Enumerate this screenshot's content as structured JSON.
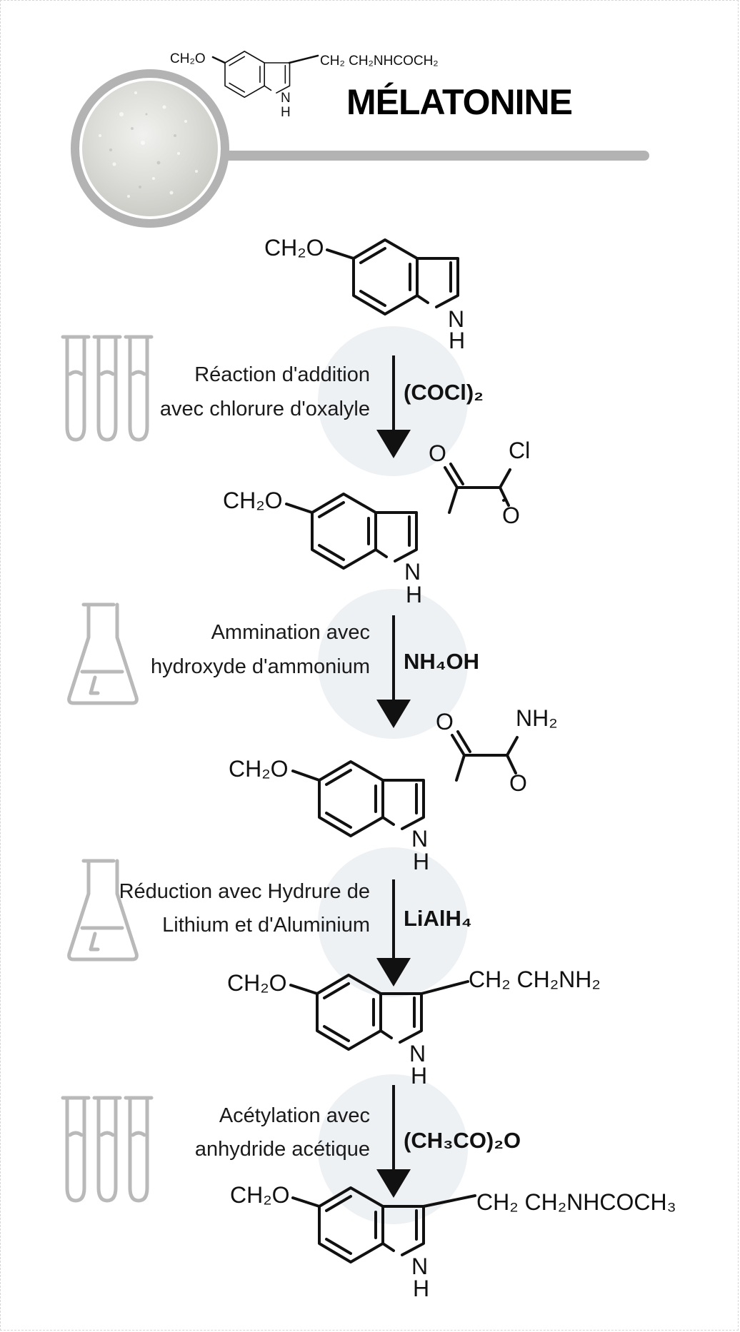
{
  "header": {
    "title": "MÉLATONINE",
    "formula_left": "CH₂O",
    "formula_right": "CH₂ CH₂NHCOCH₂",
    "formula_nh": "N",
    "formula_h": "H"
  },
  "molecules": [
    {
      "left": "CH₂O",
      "n": "N",
      "h": "H"
    },
    {
      "left": "CH₂O",
      "n": "N",
      "h": "H",
      "o1": "O",
      "o2": "O",
      "end": "Cl"
    },
    {
      "left": "CH₂O",
      "n": "N",
      "h": "H",
      "o1": "O",
      "o2": "O",
      "end": "NH₂"
    },
    {
      "left": "CH₂O",
      "n": "N",
      "h": "H",
      "chain": "CH₂ CH₂NH₂"
    },
    {
      "left": "CH₂O",
      "n": "N",
      "h": "H",
      "chain": "CH₂ CH₂NHCOCH₃"
    }
  ],
  "steps": [
    {
      "line1": "Réaction d'addition",
      "line2": "avec chlorure d'oxalyle",
      "reagent": "(COCl)₂",
      "icon": "test-tubes-icon"
    },
    {
      "line1": "Ammination avec",
      "line2": "hydroxyde d'ammonium",
      "reagent": "NH₄OH",
      "icon": "flask-icon"
    },
    {
      "line1": "Réduction avec Hydrure de",
      "line2": "Lithium et d'Aluminium",
      "reagent": "LiAlH₄",
      "icon": "flask-icon"
    },
    {
      "line1": "Acétylation avec",
      "line2": "anhydride acétique",
      "reagent": "(CH₃CO)₂O",
      "icon": "test-tubes-icon"
    }
  ],
  "colors": {
    "circle_bg": "#eef1f4",
    "icon_gray": "#b9b9b9",
    "magnifier_ring": "#b3b3b3"
  }
}
